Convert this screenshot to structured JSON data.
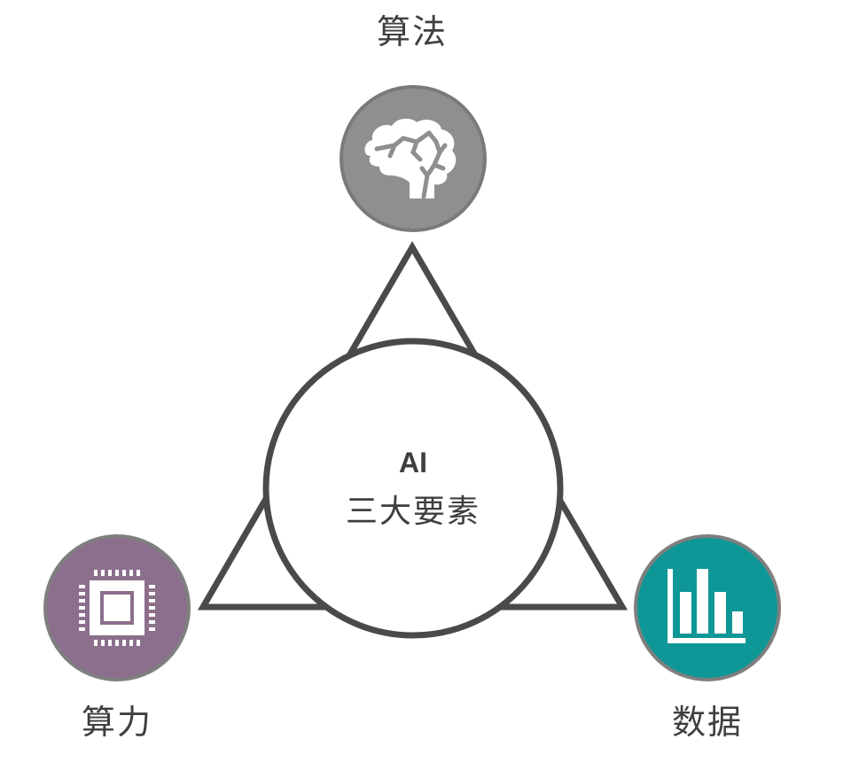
{
  "diagram": {
    "title": "AI",
    "subtitle": "三大要素",
    "stroke_color": "#4a4a4a",
    "nodes": [
      {
        "id": "algorithm",
        "label": "算法",
        "icon": "brain-icon",
        "fill": "#8f8f8f",
        "ring": "#7a7a7a",
        "position": "top"
      },
      {
        "id": "compute",
        "label": "算力",
        "icon": "cpu-chip-icon",
        "fill": "#8c6f8c",
        "ring": "#7f7f7f",
        "position": "bottom-left"
      },
      {
        "id": "data",
        "label": "数据",
        "icon": "bar-chart-icon",
        "fill": "#0f9797",
        "ring": "#7f7f7f",
        "position": "bottom-right"
      }
    ]
  }
}
